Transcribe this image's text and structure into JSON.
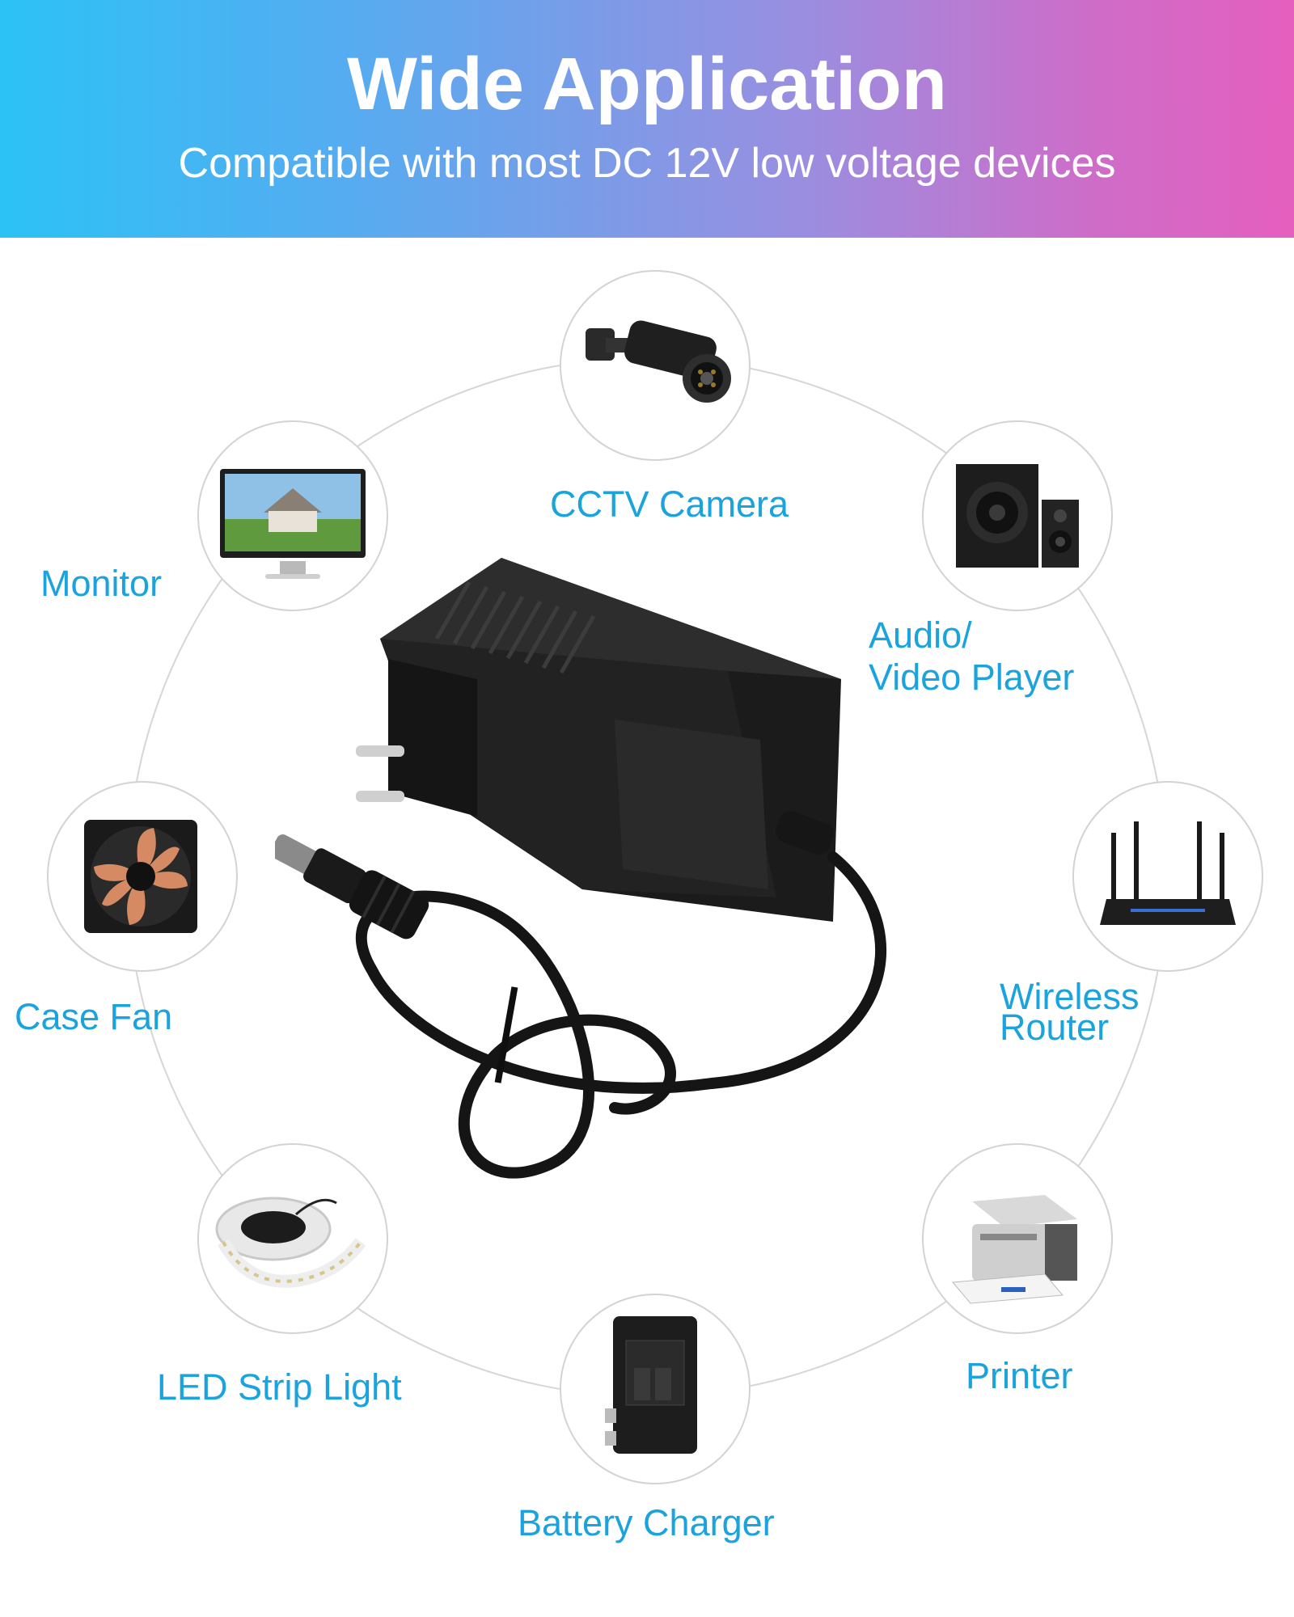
{
  "header": {
    "title": "Wide Application",
    "subtitle": "Compatible with most DC 12V low voltage devices"
  },
  "devices": [
    {
      "label": "CCTV Camera",
      "icon": "cctv-camera-icon"
    },
    {
      "label": "Audio/",
      "label2": "Video Player",
      "icon": "speaker-icon"
    },
    {
      "label": "Wireless",
      "label2": "Router",
      "icon": "router-icon"
    },
    {
      "label": "Printer",
      "icon": "printer-icon"
    },
    {
      "label": "Battery Charger",
      "icon": "battery-charger-icon"
    },
    {
      "label": "LED Strip Light",
      "icon": "led-strip-icon"
    },
    {
      "label": "Case Fan",
      "icon": "case-fan-icon"
    },
    {
      "label": "Monitor",
      "icon": "monitor-icon"
    }
  ],
  "colors": {
    "label": "#1aa3dc",
    "banner_start": "#2cc2f6",
    "banner_end": "#e55fbe",
    "product": "#1c1c1c"
  },
  "product": {
    "icon": "power-adapter-icon"
  }
}
